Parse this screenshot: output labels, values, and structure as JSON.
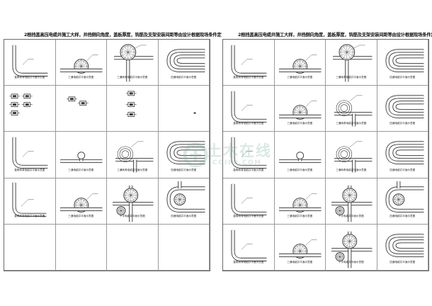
{
  "sheets": [
    {
      "title": "2根挡盖高压电缆井施工大样，井挡侧向角度，盖板厚度，钩筋及支架安装间距等由设计根据现场条件定",
      "panels": [
        {
          "kind": "elbow",
          "caption": "直角转弯电缆井平面示意图"
        },
        {
          "kind": "tee-wheel",
          "caption": "三通电缆井平面示意图"
        },
        {
          "kind": "wheel-tee",
          "caption": "三通转角电缆井平面示意图"
        },
        {
          "kind": "ucurve",
          "caption": "四通电缆井平面示意图"
        },
        {
          "kind": "sections",
          "caption": ""
        },
        {
          "kind": "sections2",
          "caption": ""
        },
        {
          "kind": "sections3",
          "caption": ""
        },
        {
          "kind": "dot",
          "caption": ""
        },
        {
          "kind": "elbow",
          "caption": "直角转弯电缆井平面示意图"
        },
        {
          "kind": "tee-small",
          "caption": "三通电缆井平面示意图"
        },
        {
          "kind": "spiral-tee",
          "caption": "三通转角电缆井平面示意图"
        },
        {
          "kind": "ucurve",
          "caption": "四通电缆井平面示意图"
        },
        {
          "kind": "elbow-long",
          "caption": "直角转弯电缆井平面示意图"
        },
        {
          "kind": "tee-wheel",
          "caption": "三通电缆井平面示意图"
        },
        {
          "kind": "wheel-cross",
          "caption": "十字电缆井平面示意图"
        },
        {
          "kind": "ucurve-cross",
          "caption": "四通电缆井平面示意图"
        },
        {
          "kind": "empty",
          "caption": ""
        },
        {
          "kind": "empty",
          "caption": ""
        },
        {
          "kind": "empty",
          "caption": ""
        },
        {
          "kind": "empty",
          "caption": ""
        }
      ]
    },
    {
      "title": "2根挡盖高压电缆井施工大样，井挡侧向角度，盖板厚度，钩筋及支架安装间距等由设计根据现场条件定",
      "panels": [
        {
          "kind": "elbow",
          "caption": "直角转弯电缆井平面示意图"
        },
        {
          "kind": "tee-wheel",
          "caption": "三通电缆井平面示意图"
        },
        {
          "kind": "wheel-tee",
          "caption": "三通转角电缆井平面示意图"
        },
        {
          "kind": "ucurve",
          "caption": "四通电缆井平面示意图"
        },
        {
          "kind": "elbow",
          "caption": "直角转弯电缆井平面示意图"
        },
        {
          "kind": "tee-wheel",
          "caption": "三通电缆井平面示意图"
        },
        {
          "kind": "spiral-tee",
          "caption": "三通转角电缆井平面示意图"
        },
        {
          "kind": "ucurve",
          "caption": "四通电缆井平面示意图"
        },
        {
          "kind": "elbow",
          "caption": "直角转弯电缆井平面示意图"
        },
        {
          "kind": "tee-small",
          "caption": "三通电缆井平面示意图"
        },
        {
          "kind": "spiral-tee",
          "caption": "三通转角电缆井平面示意图"
        },
        {
          "kind": "ucurve",
          "caption": "四通电缆井平面示意图"
        },
        {
          "kind": "elbow",
          "caption": "直角转弯电缆井平面示意图"
        },
        {
          "kind": "tee-wheel",
          "caption": "三通电缆井平面示意图"
        },
        {
          "kind": "wheel-cross",
          "caption": "十字电缆井平面示意图"
        },
        {
          "kind": "ucurve-cross",
          "caption": "四通电缆井平面示意图"
        },
        {
          "kind": "elbow",
          "caption": "直角转弯电缆井平面示意图"
        },
        {
          "kind": "tee-wheel",
          "caption": "三通电缆井平面示意图"
        },
        {
          "kind": "wheel-cross",
          "caption": "十字电缆井平面示意图"
        },
        {
          "kind": "ucurve",
          "caption": "四通电缆井平面示意图"
        }
      ]
    }
  ],
  "watermark": {
    "brand": "土木在线",
    "domain": "COI88.COM"
  }
}
